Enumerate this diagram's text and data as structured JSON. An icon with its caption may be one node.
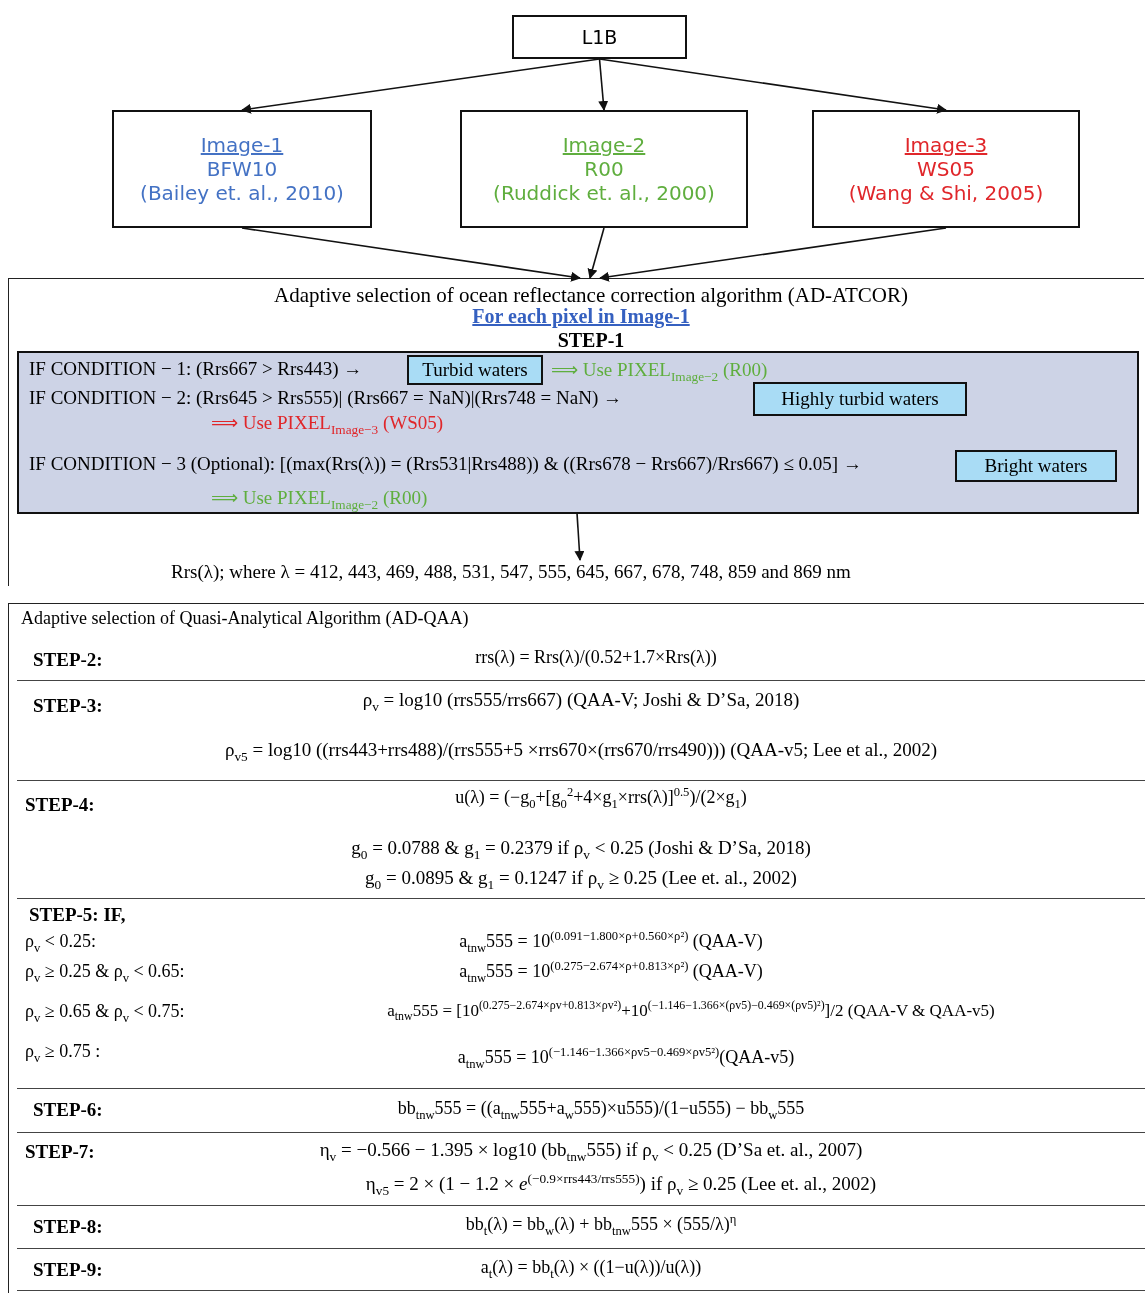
{
  "diagram": {
    "nodes": [
      {
        "text": [
          "L1B"
        ]
      },
      {
        "text": [
          "Image-1",
          "BFW10",
          "(Bailey et. al., 2010)"
        ]
      },
      {
        "text": [
          "Image-2",
          "R00",
          "(Ruddick et. al., 2000)"
        ]
      },
      {
        "text": [
          "Image-3",
          "WS05",
          "(Wang & Shi, 2005)"
        ]
      },
      {
        "text": [
          "Adaptive selection of ocean reflectance correction algorithm (AD-ATCOR)",
          "For each pixel in Image-1",
          "STEP-1"
        ]
      },
      {
        "text": [
          "IF CONDITION − 1: (Rrs667 > Rrs443) →",
          "⟹ Use PIXEL$_{Image−2}$ (R00)",
          "IF CONDITION − 2: (Rrs645 > Rrs555)| (Rrs667 = NaN)|(Rrs748 = NaN) →",
          "⟹ Use PIXEL$_{Image−3}$ (WS05)",
          "IF CONDITION − 3 (Optional): [(max(Rrs(λ)) = (Rrs531|Rrs488)) & ((Rrs678 − Rrs667)/Rrs667) ≤ 0.05] →",
          "⟹ Use PIXEL$_{Image−2}$ (R00)"
        ],
        "in": 4
      },
      {
        "text": [
          "Turbid waters"
        ],
        "in": 5
      },
      {
        "text": [
          "Highly turbid waters"
        ],
        "in": 5
      },
      {
        "text": [
          "Bright waters"
        ],
        "in": 5
      },
      {
        "text": [
          "Rrs(λ); where λ = 412, 443, 469, 488, 531, 547, 555, 645, 667, 678, 748, 859 and 869 nm"
        ],
        "in": 4
      },
      {
        "text": [
          "Adaptive selection of Quasi-Analytical Algorithm (AD-QAA)"
        ]
      },
      {
        "text": [
          "STEP-2:",
          "rrs(λ) = Rrs(λ)/(0.52+1.7×Rrs(λ))"
        ],
        "in": 10
      },
      {
        "text": [
          "STEP-3:",
          "ρ$_{v}$ = log10 (rrs555/rrs667) (QAA-V; Joshi & D’Sa, 2018)",
          "ρ$_{v5}$ = log10 ((rrs443+rrs488)/(rrs555+5 ×rrs670×(rrs670/rrs490))) (QAA-v5; Lee et al., 2002)"
        ],
        "in": 10
      },
      {
        "text": [
          "STEP-4:",
          "u(λ) = (−g$_{0}$+[g$_{0}$$^{2}$+4×g$_{1}$×rrs(λ)]$^{0.5}$)/(2×g$_{1}$)",
          "g$_{0}$ = 0.0788 & g$_{1}$ = 0.2379 if ρ$_{v}$ < 0.25 (Joshi & D’Sa, 2018)",
          "g$_{0}$ = 0.0895 & g$_{1}$ = 0.1247 if ρ$_{v}$ ≥ 0.25 (Lee et. al., 2002)"
        ],
        "in": 10
      },
      {
        "text": [
          "STEP-5: IF,",
          "ρ$_{v}$ < 0.25:",
          "a$_{tnw}$555 = 10$^{(0.091−1.800×ρ+0.560×ρ²)}$ (QAA-V)",
          "ρ$_{v}$ ≥ 0.25 & ρ$_{v}$ < 0.65:",
          "a$_{tnw}$555 = 10$^{(0.275−2.674×ρ+0.813×ρ²)}$ (QAA-V)",
          "ρ$_{v}$ ≥ 0.65 & ρ$_{v}$ < 0.75:",
          "a$_{tnw}$555 = [10$^{(0.275−2.674×ρv+0.813×ρv²)}$+10$^{(−1.146−1.366×(ρv5)−0.469×(ρv5)²)}$]/2 (QAA-V & QAA-v5)",
          "ρ$_{v}$ ≥ 0.75 :",
          "a$_{tnw}$555 = 10$^{(−1.146−1.366×ρv5−0.469×ρv5²)}$(QAA-v5)"
        ],
        "in": 10
      },
      {
        "text": [
          "STEP-6:",
          "bb$_{tnw}$555 = ((a$_{tnw}$555+a$_{w}$555)×u555)/(1−u555) − bb$_{w}$555"
        ],
        "in": 10
      },
      {
        "text": [
          "STEP-7:",
          "η$_{v}$ = −0.566 − 1.395 × log10 (bb$_{tnw}$555) if ρ$_{v}$ < 0.25 (D’Sa et. al., 2007)",
          "η$_{v5}$ = 2 × (1 − 1.2 × *e*$^{(−0.9×rrs443/rrs555)}$) if ρ$_{v}$ ≥ 0.25 (Lee et. al., 2002)"
        ],
        "in": 10
      },
      {
        "text": [
          "STEP-8:",
          "bb$_{t}$(λ) = bb$_{w}$(λ) + bb$_{tnw}$555 × (555/λ)$^{η}$"
        ],
        "in": 10
      },
      {
        "text": [
          "STEP-9:",
          "a$_{t}$(λ) = bb$_{t}$(λ) × ((1−u(λ))/u(λ))"
        ],
        "in": 10
      }
    ],
    "edges": [
      {
        "from": 0,
        "to": 1,
        "arrow": "to"
      },
      {
        "from": 0,
        "to": 2,
        "arrow": "to"
      },
      {
        "from": 0,
        "to": 3,
        "arrow": "to"
      },
      {
        "from": 1,
        "to": 4,
        "arrow": "to"
      },
      {
        "from": 2,
        "to": 4,
        "arrow": "to"
      },
      {
        "from": 3,
        "to": 4,
        "arrow": "to"
      },
      {
        "from": 5,
        "to": 9,
        "arrow": "to"
      }
    ]
  }
}
